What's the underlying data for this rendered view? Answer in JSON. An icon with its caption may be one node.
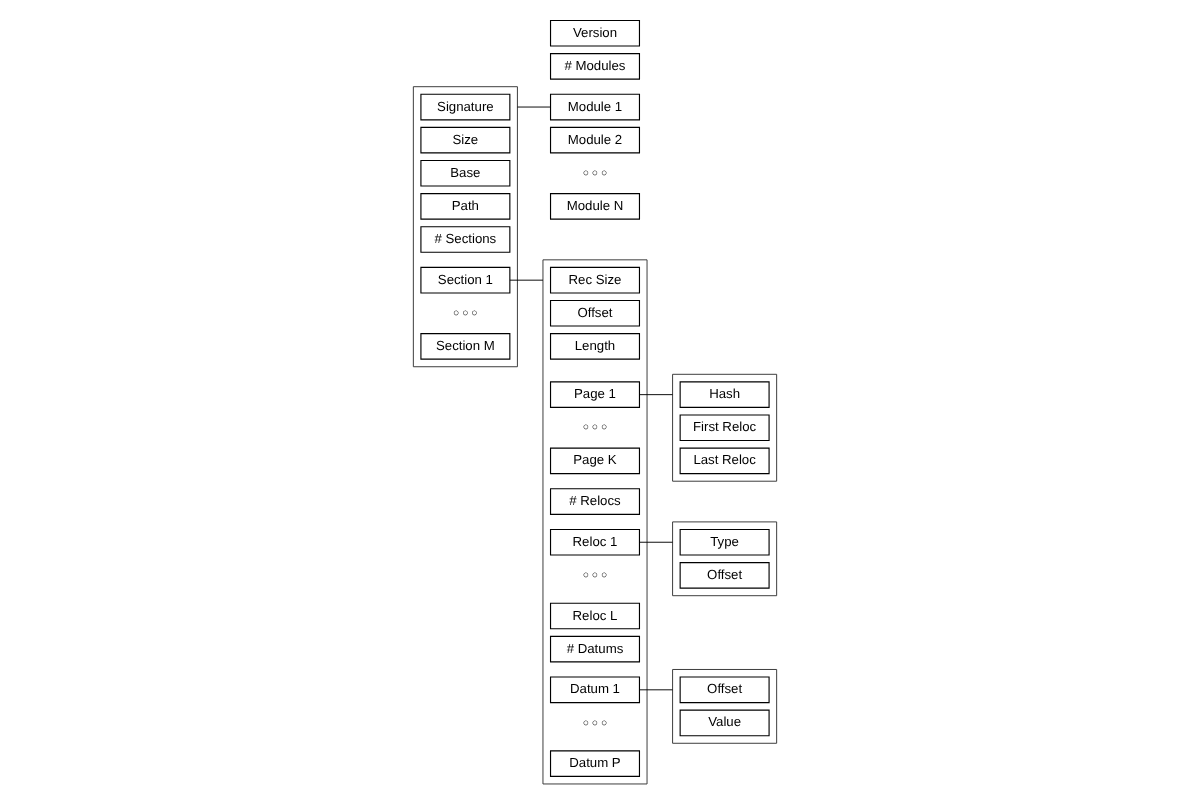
{
  "diagram": {
    "nodes": [
      {
        "text": [
          "Version"
        ]
      },
      {
        "text": [
          "# Modules"
        ]
      },
      {
        "text": [
          "Module 1"
        ]
      },
      {
        "text": [
          "Module 2"
        ]
      },
      {
        "text": [
          "Module N"
        ]
      },
      {
        "text": [],
        "shape": "box"
      },
      {
        "text": [
          "Signature"
        ],
        "in": 5
      },
      {
        "text": [
          "Size"
        ],
        "in": 5
      },
      {
        "text": [
          "Base"
        ],
        "in": 5
      },
      {
        "text": [
          "Path"
        ],
        "in": 5
      },
      {
        "text": [
          "# Sections"
        ],
        "in": 5
      },
      {
        "text": [
          "Section 1"
        ],
        "in": 5
      },
      {
        "text": [
          "Section M"
        ],
        "in": 5
      },
      {
        "text": [],
        "shape": "box"
      },
      {
        "text": [
          "Rec Size"
        ],
        "in": 13
      },
      {
        "text": [
          "Offset"
        ],
        "in": 13
      },
      {
        "text": [
          "Length"
        ],
        "in": 13
      },
      {
        "text": [
          "Page 1"
        ],
        "in": 13
      },
      {
        "text": [
          "Page K"
        ],
        "in": 13
      },
      {
        "text": [
          "# Relocs"
        ],
        "in": 13
      },
      {
        "text": [
          "Reloc 1"
        ],
        "in": 13
      },
      {
        "text": [
          "Reloc L"
        ],
        "in": 13
      },
      {
        "text": [
          "# Datums"
        ],
        "in": 13
      },
      {
        "text": [
          "Datum 1"
        ],
        "in": 13
      },
      {
        "text": [
          "Datum P"
        ],
        "in": 13
      },
      {
        "text": [],
        "shape": "box"
      },
      {
        "text": [
          "Hash"
        ],
        "in": 25
      },
      {
        "text": [
          "First Reloc"
        ],
        "in": 25
      },
      {
        "text": [
          "Last Reloc"
        ],
        "in": 25
      },
      {
        "text": [],
        "shape": "box"
      },
      {
        "text": [
          "Type"
        ],
        "in": 29
      },
      {
        "text": [
          "Offset"
        ],
        "in": 29
      },
      {
        "text": [],
        "shape": "box"
      },
      {
        "text": [
          "Offset"
        ],
        "in": 32
      },
      {
        "text": [
          "Value"
        ],
        "in": 32
      }
    ],
    "edges": [
      {
        "from": 2,
        "to": 5,
        "arrow": "none"
      },
      {
        "from": 11,
        "to": 13,
        "arrow": "none"
      },
      {
        "from": 17,
        "to": 25,
        "arrow": "none"
      },
      {
        "from": 20,
        "to": 29,
        "arrow": "none"
      },
      {
        "from": 23,
        "to": 32,
        "arrow": "none"
      }
    ],
    "labels": [
      "○ ○ ○",
      "○ ○ ○",
      "○ ○ ○",
      "○ ○ ○",
      "○ ○ ○"
    ]
  }
}
